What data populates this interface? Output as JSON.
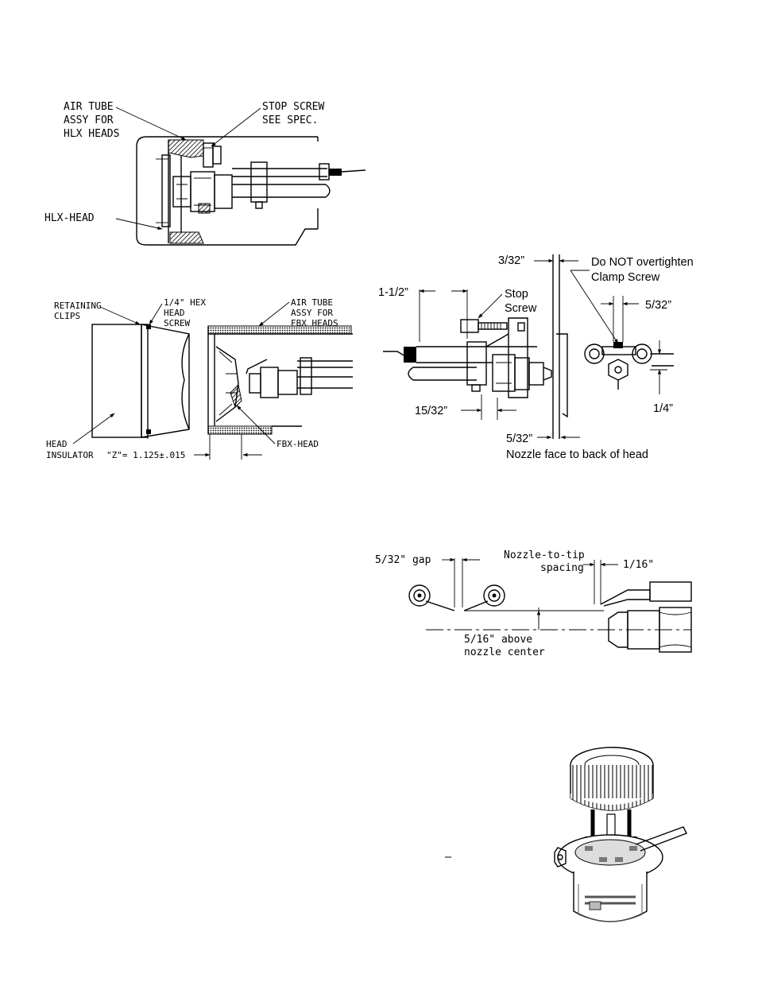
{
  "hlx": {
    "air_tube_1": "AIR TUBE",
    "air_tube_2": "ASSY FOR",
    "air_tube_3": "HLX HEADS",
    "stop_screw_1": "STOP SCREW",
    "stop_screw_2": "SEE SPEC.",
    "head": "HLX-HEAD"
  },
  "fbx": {
    "retaining_1": "RETAINING",
    "retaining_2": "CLIPS",
    "hex_1": "1/4\" HEX",
    "hex_2": "HEAD",
    "hex_3": "SCREW",
    "air_tube_1": "AIR TUBE",
    "air_tube_2": "ASSY FOR",
    "air_tube_3": "FBX HEADS",
    "head_insulator_1": "HEAD",
    "head_insulator_2": "INSULATOR",
    "z_dim": "\"Z\"= 1.125±.015",
    "head": "FBX-HEAD"
  },
  "nozzle_assembly": {
    "dim_3_32": "3/32”",
    "overtighten_1": "Do NOT overtighten",
    "overtighten_2": "Clamp Screw",
    "dim_1_1_2": "1-1/2”",
    "stop_1": "Stop",
    "stop_2": "Screw",
    "dim_5_32_top": "5/32”",
    "dim_1_4": "1/4”",
    "dim_15_32": "15/32”",
    "dim_5_32_bottom": "5/32”",
    "nozzle_face": "Nozzle face to back of head"
  },
  "electrode_gap": {
    "gap": "5/32\" gap",
    "spacing_1": "Nozzle-to-tip",
    "spacing_2": "spacing",
    "dim_1_16": "1/16\"",
    "above_1": "5/16\" above",
    "above_2": "nozzle center"
  },
  "blower": {
    "mark": "–"
  }
}
